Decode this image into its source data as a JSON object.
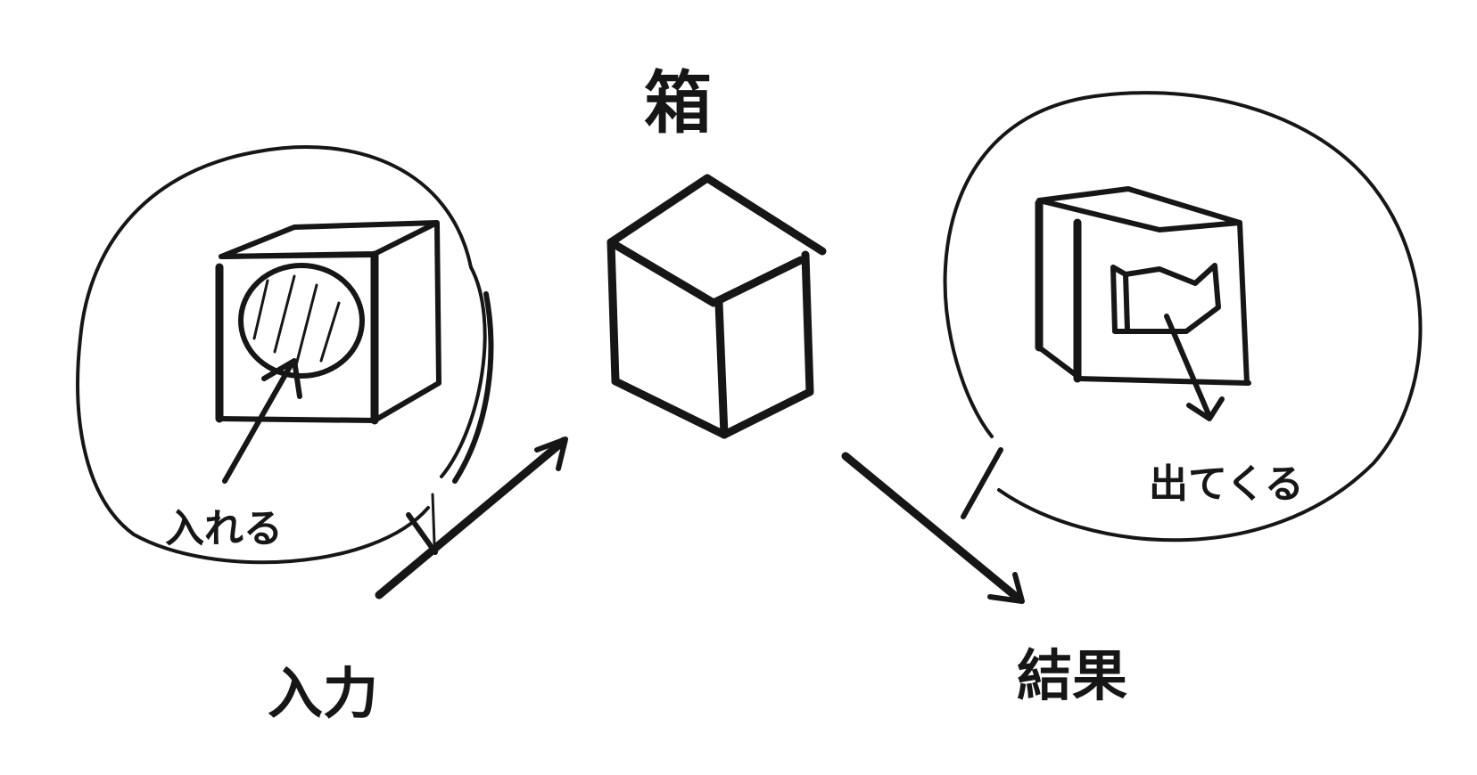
{
  "diagram": {
    "top_label": "箱",
    "input_label": "入力",
    "result_label": "結果",
    "put_in_label": "入れる",
    "come_out_label": "出てくる"
  }
}
